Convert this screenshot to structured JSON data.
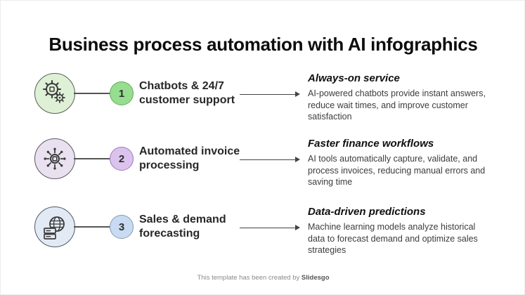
{
  "page": {
    "title": "Business process automation with AI infographics",
    "background": "#ffffff"
  },
  "rows": [
    {
      "number": "1",
      "icon": "gears-icon",
      "title": "Chatbots & 24/7 customer support",
      "heading": "Always-on service",
      "description": "AI-powered chatbots provide instant answers, reduce wait times, and improve customer satisfaction",
      "colors": {
        "circle_fill": "#def0d6",
        "circle_border": "#55604f",
        "badge_fill": "#97dd8f",
        "badge_border": "#63aa5c"
      }
    },
    {
      "number": "2",
      "icon": "automation-hub-icon",
      "title": "Automated invoice processing",
      "heading": "Faster finance workflows",
      "description": "AI tools automatically capture, validate, and process invoices, reducing manual errors and saving time",
      "colors": {
        "circle_fill": "#e9e1f0",
        "circle_border": "#5d5563",
        "badge_fill": "#dcc3ee",
        "badge_border": "#9b79bb"
      }
    },
    {
      "number": "3",
      "icon": "globe-commerce-icon",
      "title": "Sales & demand forecasting",
      "heading": "Data-driven predictions",
      "description": "Machine learning models analyze historical data to forecast demand and optimize sales strategies",
      "colors": {
        "circle_fill": "#e2eaf5",
        "circle_border": "#525a64",
        "badge_fill": "#c8dbf3",
        "badge_border": "#8398b3"
      }
    }
  ],
  "footer": {
    "text": "This template has been created by ",
    "brand": "Slidesgo"
  }
}
